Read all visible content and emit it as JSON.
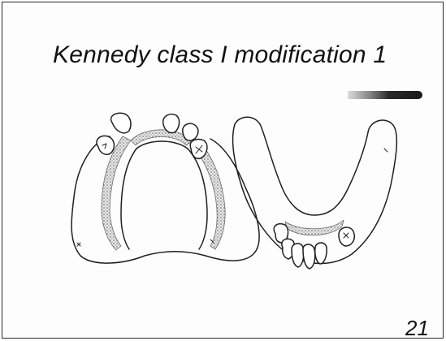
{
  "slide": {
    "title": "Kennedy class I modification 1",
    "page_number": "21"
  },
  "colors": {
    "line": "#1f1f1f",
    "stipple": "#9a9a9a",
    "frame": "#2a2a2a"
  },
  "figures": {
    "maxillary": "maxillary-arch-illustration",
    "mandibular": "mandibular-arch-illustration"
  }
}
